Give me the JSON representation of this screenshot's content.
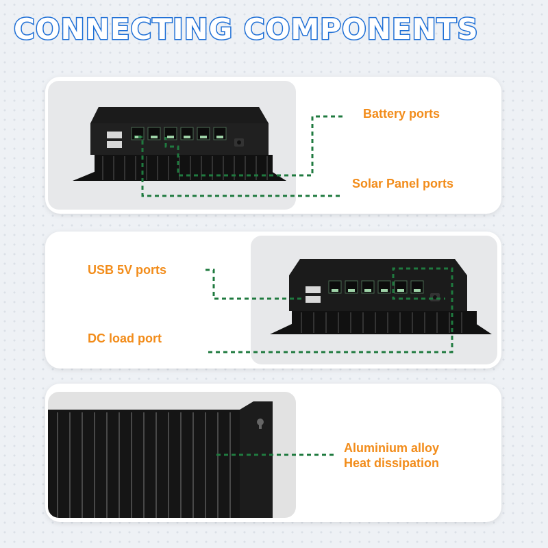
{
  "title": "CONNECTING COMPONENTS",
  "panel1": {
    "battery_label": "Battery ports",
    "solar_label": "Solar Panel ports"
  },
  "panel2": {
    "usb_label": "USB 5V ports",
    "dc_label": "DC load port"
  },
  "panel3": {
    "alloy_label": "Aluminium alloy",
    "heat_label": "Heat dissipation"
  },
  "colors": {
    "title_stroke": "#1e6fd6",
    "label": "#f28c1a",
    "leader_line": "#1f7a3f",
    "device": "#1b1b1b"
  }
}
